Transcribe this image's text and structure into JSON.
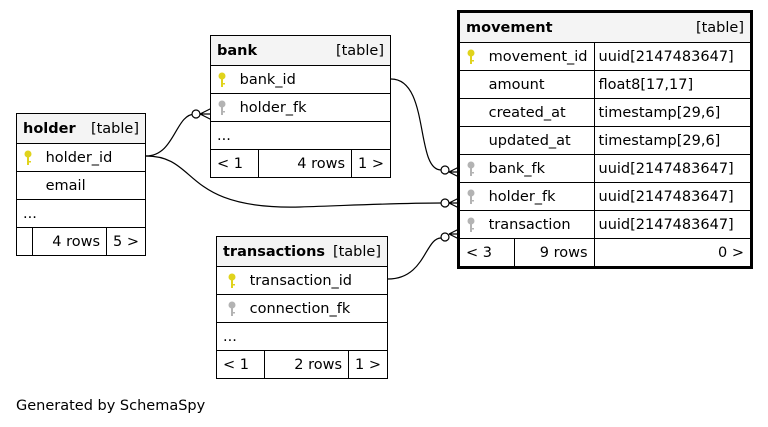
{
  "tables": {
    "holder": {
      "name": "holder",
      "type": "[table]",
      "columns": [
        {
          "name": "holder_id",
          "key": "primary"
        },
        {
          "name": "email",
          "key": "none"
        }
      ],
      "ellipsis": "...",
      "footer": {
        "left": "",
        "mid": "4 rows",
        "right": "5 >"
      }
    },
    "bank": {
      "name": "bank",
      "type": "[table]",
      "columns": [
        {
          "name": "bank_id",
          "key": "primary"
        },
        {
          "name": "holder_fk",
          "key": "foreign"
        }
      ],
      "ellipsis": "...",
      "footer": {
        "left": "< 1",
        "mid": "4 rows",
        "right": "1 >"
      }
    },
    "transactions": {
      "name": "transactions",
      "type": "[table]",
      "columns": [
        {
          "name": "transaction_id",
          "key": "primary"
        },
        {
          "name": "connection_fk",
          "key": "foreign"
        }
      ],
      "ellipsis": "...",
      "footer": {
        "left": "< 1",
        "mid": "2 rows",
        "right": "1 >"
      }
    },
    "movement": {
      "name": "movement",
      "type": "[table]",
      "columns": [
        {
          "name": "movement_id",
          "key": "primary",
          "dtype": "uuid[2147483647]"
        },
        {
          "name": "amount",
          "key": "none",
          "dtype": "float8[17,17]"
        },
        {
          "name": "created_at",
          "key": "none",
          "dtype": "timestamp[29,6]"
        },
        {
          "name": "updated_at",
          "key": "none",
          "dtype": "timestamp[29,6]"
        },
        {
          "name": "bank_fk",
          "key": "foreign",
          "dtype": "uuid[2147483647]"
        },
        {
          "name": "holder_fk",
          "key": "foreign",
          "dtype": "uuid[2147483647]"
        },
        {
          "name": "transaction",
          "key": "foreign",
          "dtype": "uuid[2147483647]"
        }
      ],
      "footer": {
        "left": "< 3",
        "mid": "9 rows",
        "right": "0 >"
      }
    }
  },
  "generated_by": "Generated by SchemaSpy",
  "colors": {
    "primary_key": "#e0d31c",
    "foreign_key": "#b3b3b3",
    "header_bg": "#f4f4f4"
  }
}
